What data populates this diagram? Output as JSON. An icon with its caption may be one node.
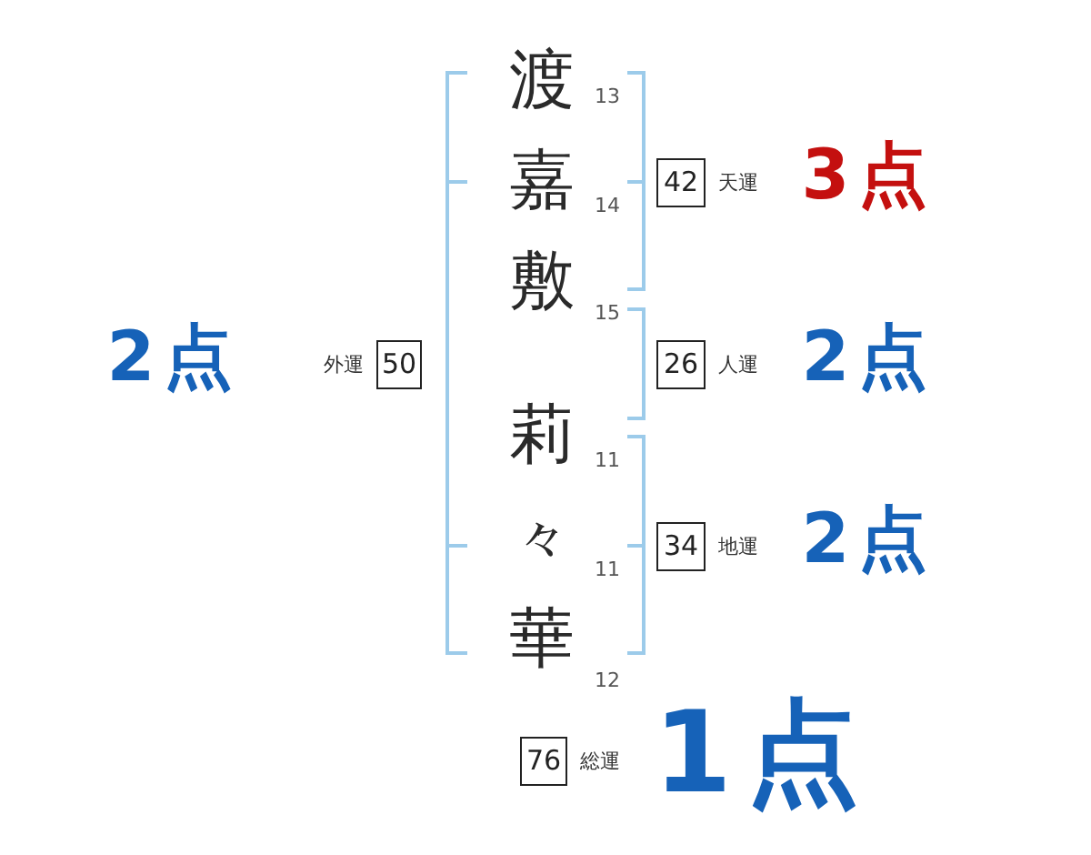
{
  "diagram": {
    "nodes": [
      {
        "text": [
          "42"
        ],
        "beside": [
          "天運"
        ]
      },
      {
        "text": [
          "50"
        ],
        "beside": [
          "外運"
        ]
      },
      {
        "text": [
          "26"
        ],
        "beside": [
          "人運"
        ]
      },
      {
        "text": [
          "34"
        ],
        "beside": [
          "地運"
        ]
      },
      {
        "text": [
          "76"
        ],
        "beside": [
          "総運"
        ]
      }
    ],
    "labels": [
      "渡",
      "13",
      "嘉",
      "14",
      "3点",
      "敷",
      "15",
      "2点",
      "2点",
      "莉",
      "11",
      "々",
      "11",
      "2点",
      "華",
      "12",
      "1点"
    ]
  }
}
